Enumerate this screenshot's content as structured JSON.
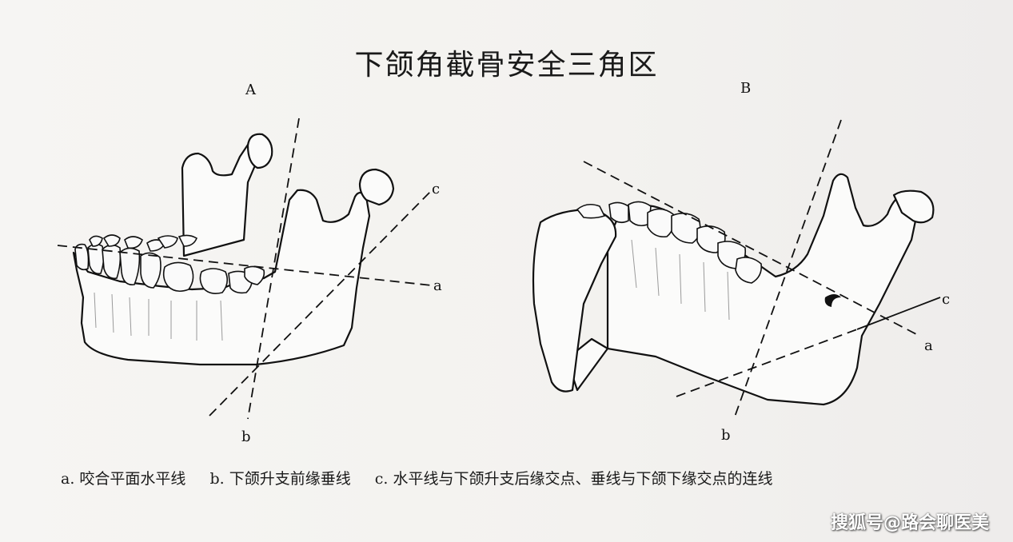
{
  "title": "下颌角截骨安全三角区",
  "panels": {
    "a_label": "A",
    "b_label": "B"
  },
  "line_labels": {
    "a": "a",
    "b": "b",
    "c": "c"
  },
  "caption": {
    "item_a": "a. 咬合平面水平线",
    "item_b": "b. 下颌升支前缘垂线",
    "item_c": "c. 水平线与下颌升支后缘交点、垂线与下颌下缘交点的连线"
  },
  "watermark": "搜狐号@路会聊医美"
}
